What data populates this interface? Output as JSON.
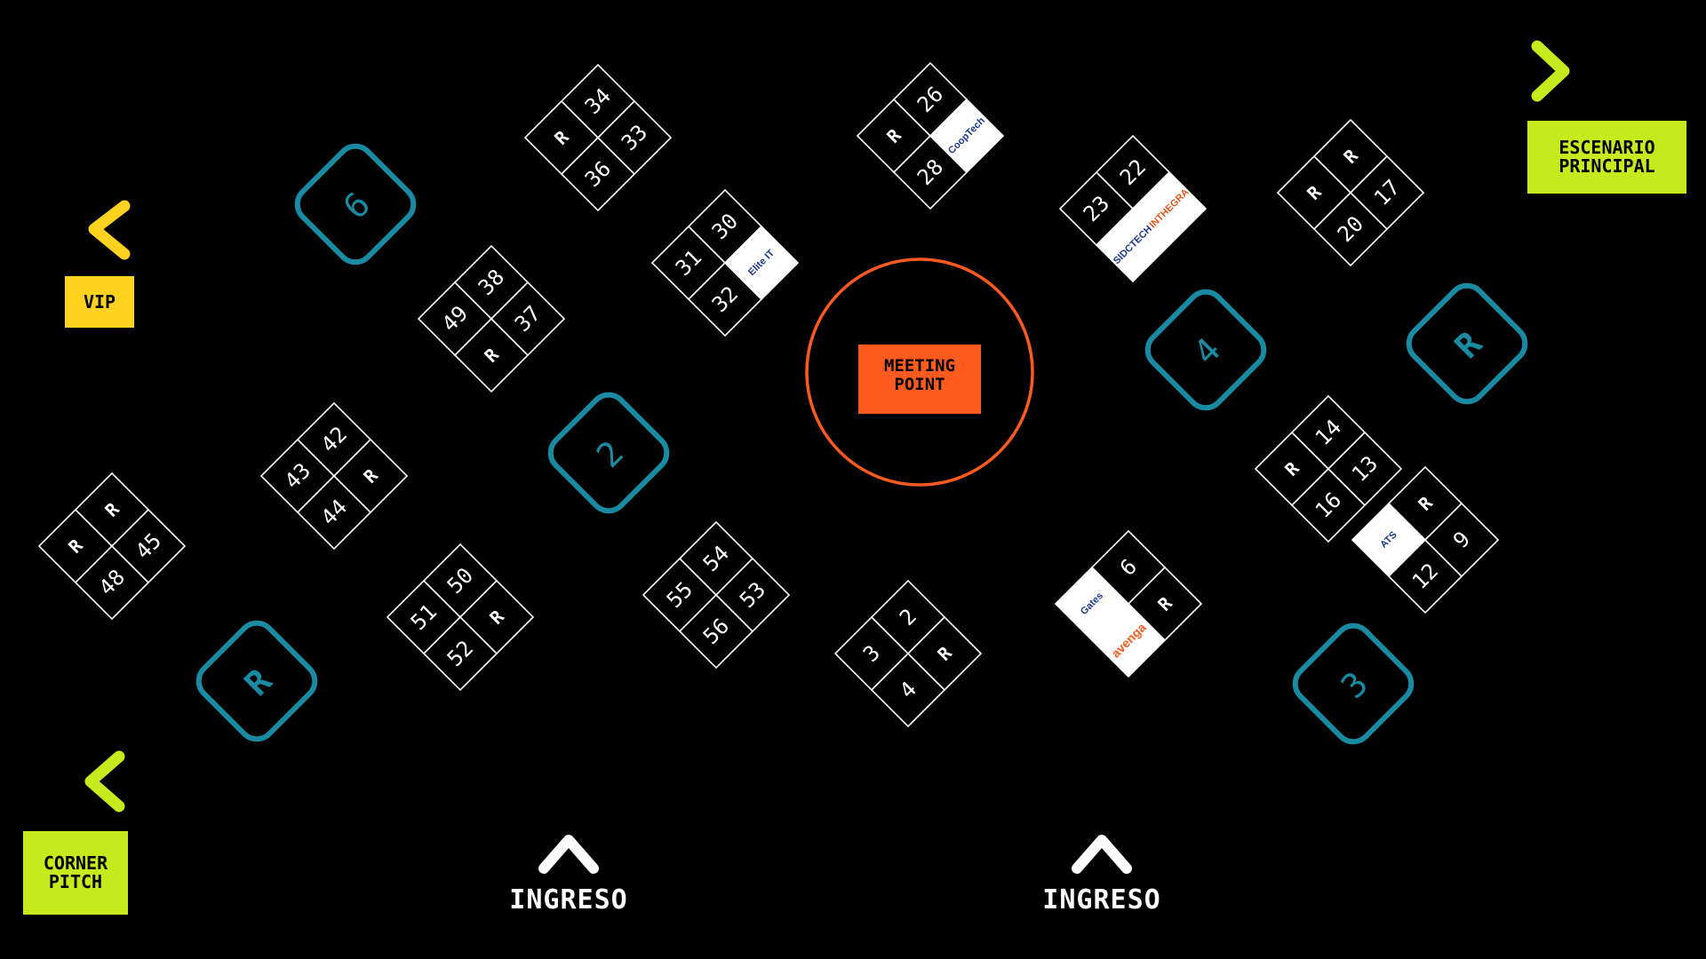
{
  "map": {
    "meeting_point": "MEETING\nPOINT",
    "labels": {
      "vip": "VIP",
      "corner_pitch": "CORNER\nPITCH",
      "escenario": "ESCENARIO\nPRINCIPAL",
      "ingreso_left": "INGRESO",
      "ingreso_right": "INGRESO"
    },
    "colors": {
      "background": "#000000",
      "booth_stroke": "#ffffff",
      "round_stroke": "#1a8aa3",
      "meeting": "#ff5a1f",
      "vip": "#ffd21f",
      "lime": "#c6ea1e"
    },
    "clusters": [
      {
        "id": "c-36",
        "cells": [
          "R",
          "34",
          "36",
          "33"
        ]
      },
      {
        "id": "c-28",
        "cells": [
          "R",
          "26",
          "28",
          "logo:CoopTech"
        ]
      },
      {
        "id": "c-23",
        "cells": [
          "23",
          "22",
          "logo:SIDCTECH",
          "logo:INTHEGRA"
        ]
      },
      {
        "id": "c-20",
        "cells": [
          "R",
          "R",
          "20",
          "17"
        ]
      },
      {
        "id": "c-49",
        "cells": [
          "49",
          "38",
          "R",
          "37"
        ]
      },
      {
        "id": "c-31",
        "cells": [
          "31",
          "30",
          "32",
          "logo:Elite IT"
        ]
      },
      {
        "id": "c-43",
        "cells": [
          "43",
          "42",
          "44",
          "R"
        ]
      },
      {
        "id": "c-48",
        "cells": [
          "R",
          "R",
          "48",
          "45"
        ]
      },
      {
        "id": "c-51",
        "cells": [
          "51",
          "50",
          "52",
          "R"
        ]
      },
      {
        "id": "c-55",
        "cells": [
          "55",
          "54",
          "56",
          "53"
        ]
      },
      {
        "id": "c-3",
        "cells": [
          "3",
          "2",
          "4",
          "R"
        ]
      },
      {
        "id": "c-gates",
        "cells": [
          "logo:Gates",
          "6",
          "logo:avenga",
          "R"
        ]
      },
      {
        "id": "c-16",
        "cells": [
          "R",
          "14",
          "16",
          "13"
        ]
      },
      {
        "id": "c-12",
        "cells": [
          "logo:ATS",
          "R",
          "12",
          "9"
        ]
      }
    ],
    "round_booths": [
      "6",
      "2",
      "4",
      "R",
      "R",
      "3"
    ]
  }
}
